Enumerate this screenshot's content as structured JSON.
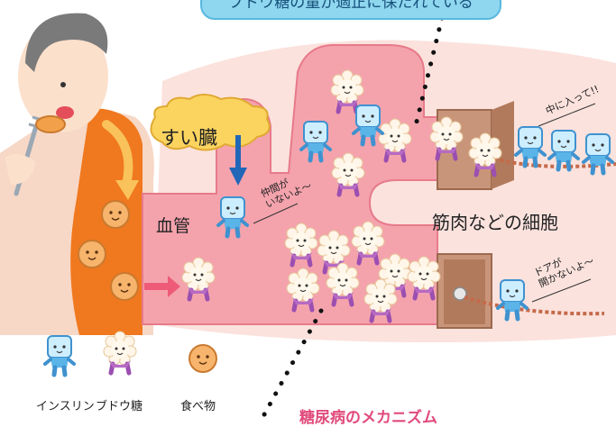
{
  "banner": {
    "text": "ブドウ糖の量が適正に保たれている"
  },
  "labels": {
    "pancreas": "すい臓",
    "blood_vessel": "血管",
    "muscle_cell": "筋肉などの細胞",
    "caption": "糖尿病のメカニズム"
  },
  "bubbles": {
    "lonely": [
      "仲間が",
      "いないよ〜"
    ],
    "enter": "中に入って!!",
    "door": [
      "ドアが",
      "開かないよ〜"
    ]
  },
  "legend": {
    "insulin": "インスリン",
    "glucose": "ブドウ糖",
    "food": "食べ物"
  },
  "colors": {
    "vessel": "#f4a3ad",
    "vessel_outline": "#e77a8a",
    "background_blob": "#fbe2dd",
    "stomach": "#f0781e",
    "pancreas": "#fbd45f",
    "insulin": "#5ab4e8",
    "glucose": "#b66ac4",
    "food": "#f0b06a",
    "door": "#b27a5c",
    "caption": "#e14b7c",
    "arrow_blue": "#2266b8",
    "arrow_pink": "#ee5b78"
  }
}
